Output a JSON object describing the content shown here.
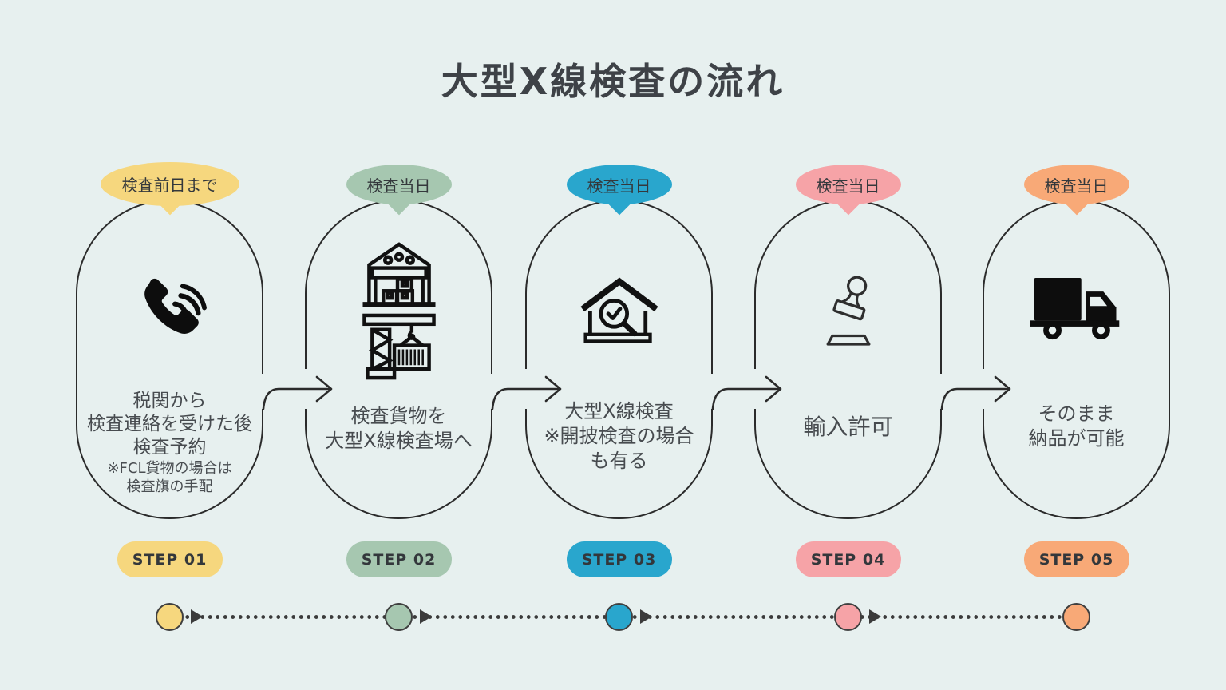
{
  "title": "大型X線検査の流れ",
  "background_color": "#E7F0EF",
  "capsule_outline_color": "#2B2B2B",
  "text_color": "#474B4F",
  "timeline": {
    "dot_color": "#3B3B3B",
    "arrow_color": "#3B3B3B"
  },
  "steps": [
    {
      "badge": "検査前日まで",
      "step_label": "STEP 01",
      "color": "#F6D77E",
      "icon": "phone-icon",
      "lines": [
        "税関から",
        "検査連絡を受けた後",
        "検査予約"
      ],
      "note_lines": [
        "※FCL貨物の場合は",
        "検査旗の手配"
      ]
    },
    {
      "badge": "検査当日",
      "step_label": "STEP 02",
      "color": "#A6C7B0",
      "icon": "warehouse-crane-icon",
      "lines": [
        "検査貨物を",
        "大型X線検査場へ"
      ]
    },
    {
      "badge": "検査当日",
      "step_label": "STEP 03",
      "color": "#29A6CD",
      "icon": "house-inspection-icon",
      "lines": [
        "大型X線検査",
        "※開披検査の場合",
        "も有る"
      ]
    },
    {
      "badge": "検査当日",
      "step_label": "STEP 04",
      "color": "#F6A3A7",
      "icon": "stamp-icon",
      "lines": [
        "輸入許可"
      ]
    },
    {
      "badge": "検査当日",
      "step_label": "STEP 05",
      "color": "#F8A977",
      "icon": "truck-icon",
      "lines": [
        "そのまま",
        "納品が可能"
      ]
    }
  ]
}
